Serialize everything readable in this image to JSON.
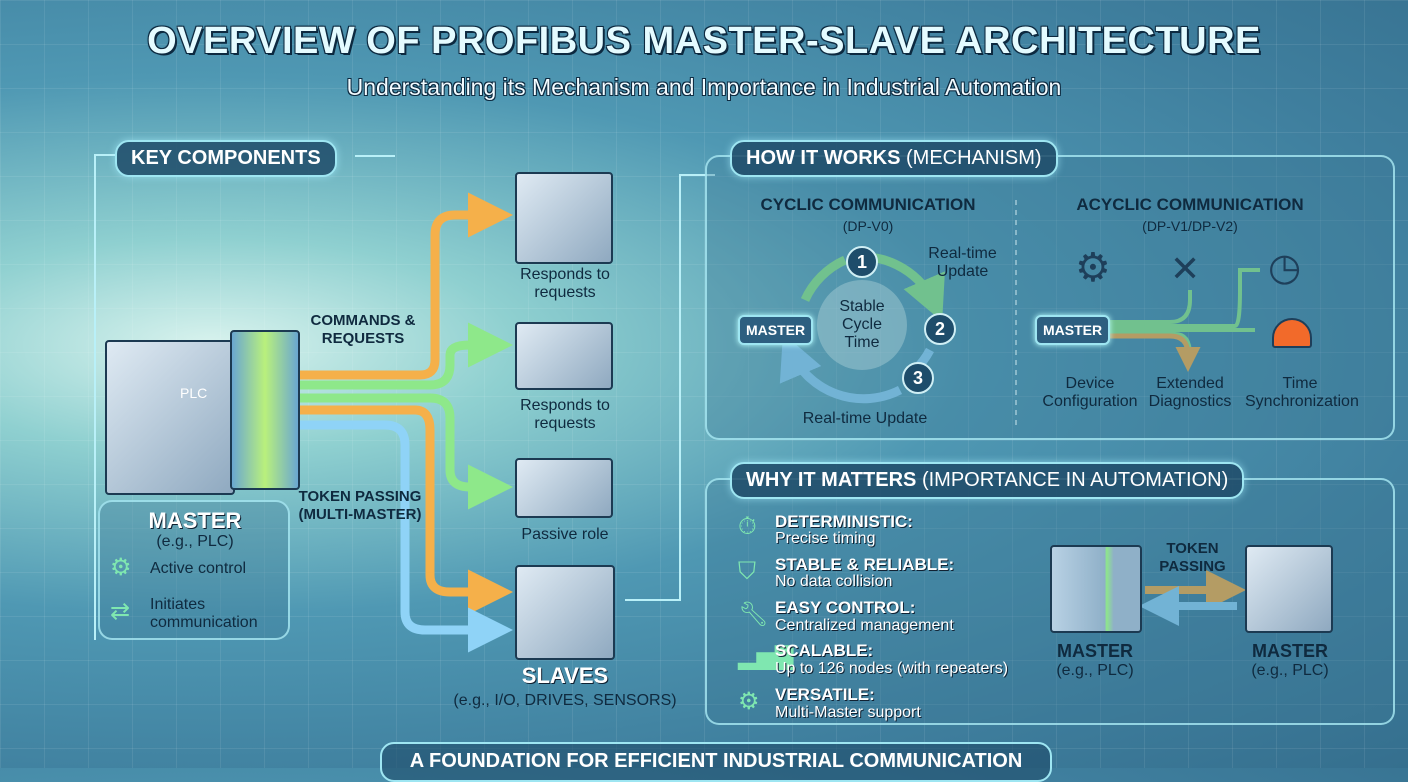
{
  "header": {
    "title": "OVERVIEW OF PROFIBUS MASTER-SLAVE ARCHITECTURE",
    "subtitle": "Understanding its Mechanism and Importance in Industrial Automation"
  },
  "key_components": {
    "heading": "KEY COMPONENTS",
    "master": {
      "device_label": "PLC",
      "title": "MASTER",
      "example": "(e.g., PLC)",
      "features": [
        {
          "icon": "lightning-gear-icon",
          "text": "Active control"
        },
        {
          "icon": "exchange-arrows-icon",
          "text": "Initiates communication"
        }
      ]
    },
    "flows": {
      "commands": "COMMANDS & REQUESTS",
      "token": "TOKEN PASSING (MULTI-MASTER)"
    },
    "slaves": {
      "captions": [
        "Responds to requests",
        "Responds to requests",
        "Passive role"
      ],
      "title": "SLAVES",
      "example": "(e.g., I/O, DRIVES, SENSORS)"
    }
  },
  "how_it_works": {
    "heading": "HOW IT WORKS",
    "heading_sub": "(MECHANISM)",
    "cyclic": {
      "title": "CYCLIC COMMUNICATION",
      "sub": "(DP-V0)",
      "master": "MASTER",
      "center": "Stable Cycle Time",
      "steps": [
        "1",
        "2",
        "3"
      ],
      "update_top": "Real-time Update",
      "update_bottom": "Real-time Update"
    },
    "acyclic": {
      "title": "ACYCLIC COMMUNICATION",
      "sub": "(DP-V1/DP-V2)",
      "master": "MASTER",
      "services": [
        {
          "icon": "gears-icon",
          "label": "Device Configuration"
        },
        {
          "icon": "wrench-screwdriver-icon",
          "label": "Extended Diagnostics"
        },
        {
          "icon": "clock-icon",
          "label": "Time Synchronization"
        }
      ],
      "alarm_icon": "alarm-light-icon"
    }
  },
  "why_it_matters": {
    "heading": "WHY IT MATTERS",
    "heading_sub": "(IMPORTANCE IN AUTOMATION)",
    "items": [
      {
        "icon": "stopwatch-icon",
        "title": "DETERMINISTIC:",
        "desc": "Precise timing"
      },
      {
        "icon": "shield-check-icon",
        "title": "STABLE & RELIABLE:",
        "desc": "No data collision"
      },
      {
        "icon": "wrench-icon",
        "title": "EASY CONTROL:",
        "desc": "Centralized management"
      },
      {
        "icon": "bar-chart-icon",
        "title": "SCALABLE:",
        "desc": "Up to 126 nodes (with repeaters)"
      },
      {
        "icon": "gear-icon",
        "title": "VERSATILE:",
        "desc": "Multi-Master support"
      }
    ],
    "token": "TOKEN PASSING",
    "masters": [
      {
        "title": "MASTER",
        "example": "(e.g., PLC)"
      },
      {
        "title": "MASTER",
        "example": "(e.g., PLC)"
      }
    ]
  },
  "footer": {
    "banner": "A FOUNDATION FOR EFFICIENT INDUSTRIAL COMMUNICATION"
  },
  "colors": {
    "orange": "#f5b04a",
    "green": "#8ee88a",
    "blue": "#8fd3f7",
    "accent": "#9ee6f2"
  }
}
